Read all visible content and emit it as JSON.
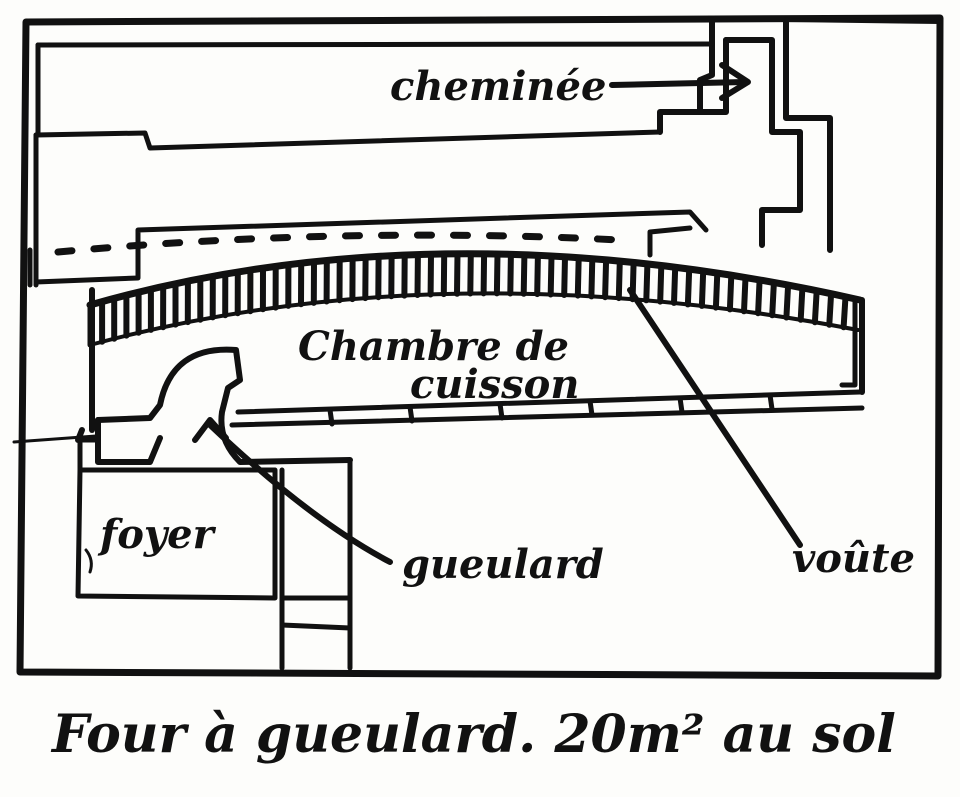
{
  "diagram": {
    "labels": {
      "chimney": "cheminée",
      "chamber_line1": "Chambre de",
      "chamber_line2": "cuisson",
      "firebox": "foyer",
      "throat": "gueulard",
      "vault": "voûte"
    },
    "caption": "Four à gueulard. 20m² au sol"
  },
  "colors": {
    "ink": "#111111",
    "paper": "#fdfdfb"
  }
}
